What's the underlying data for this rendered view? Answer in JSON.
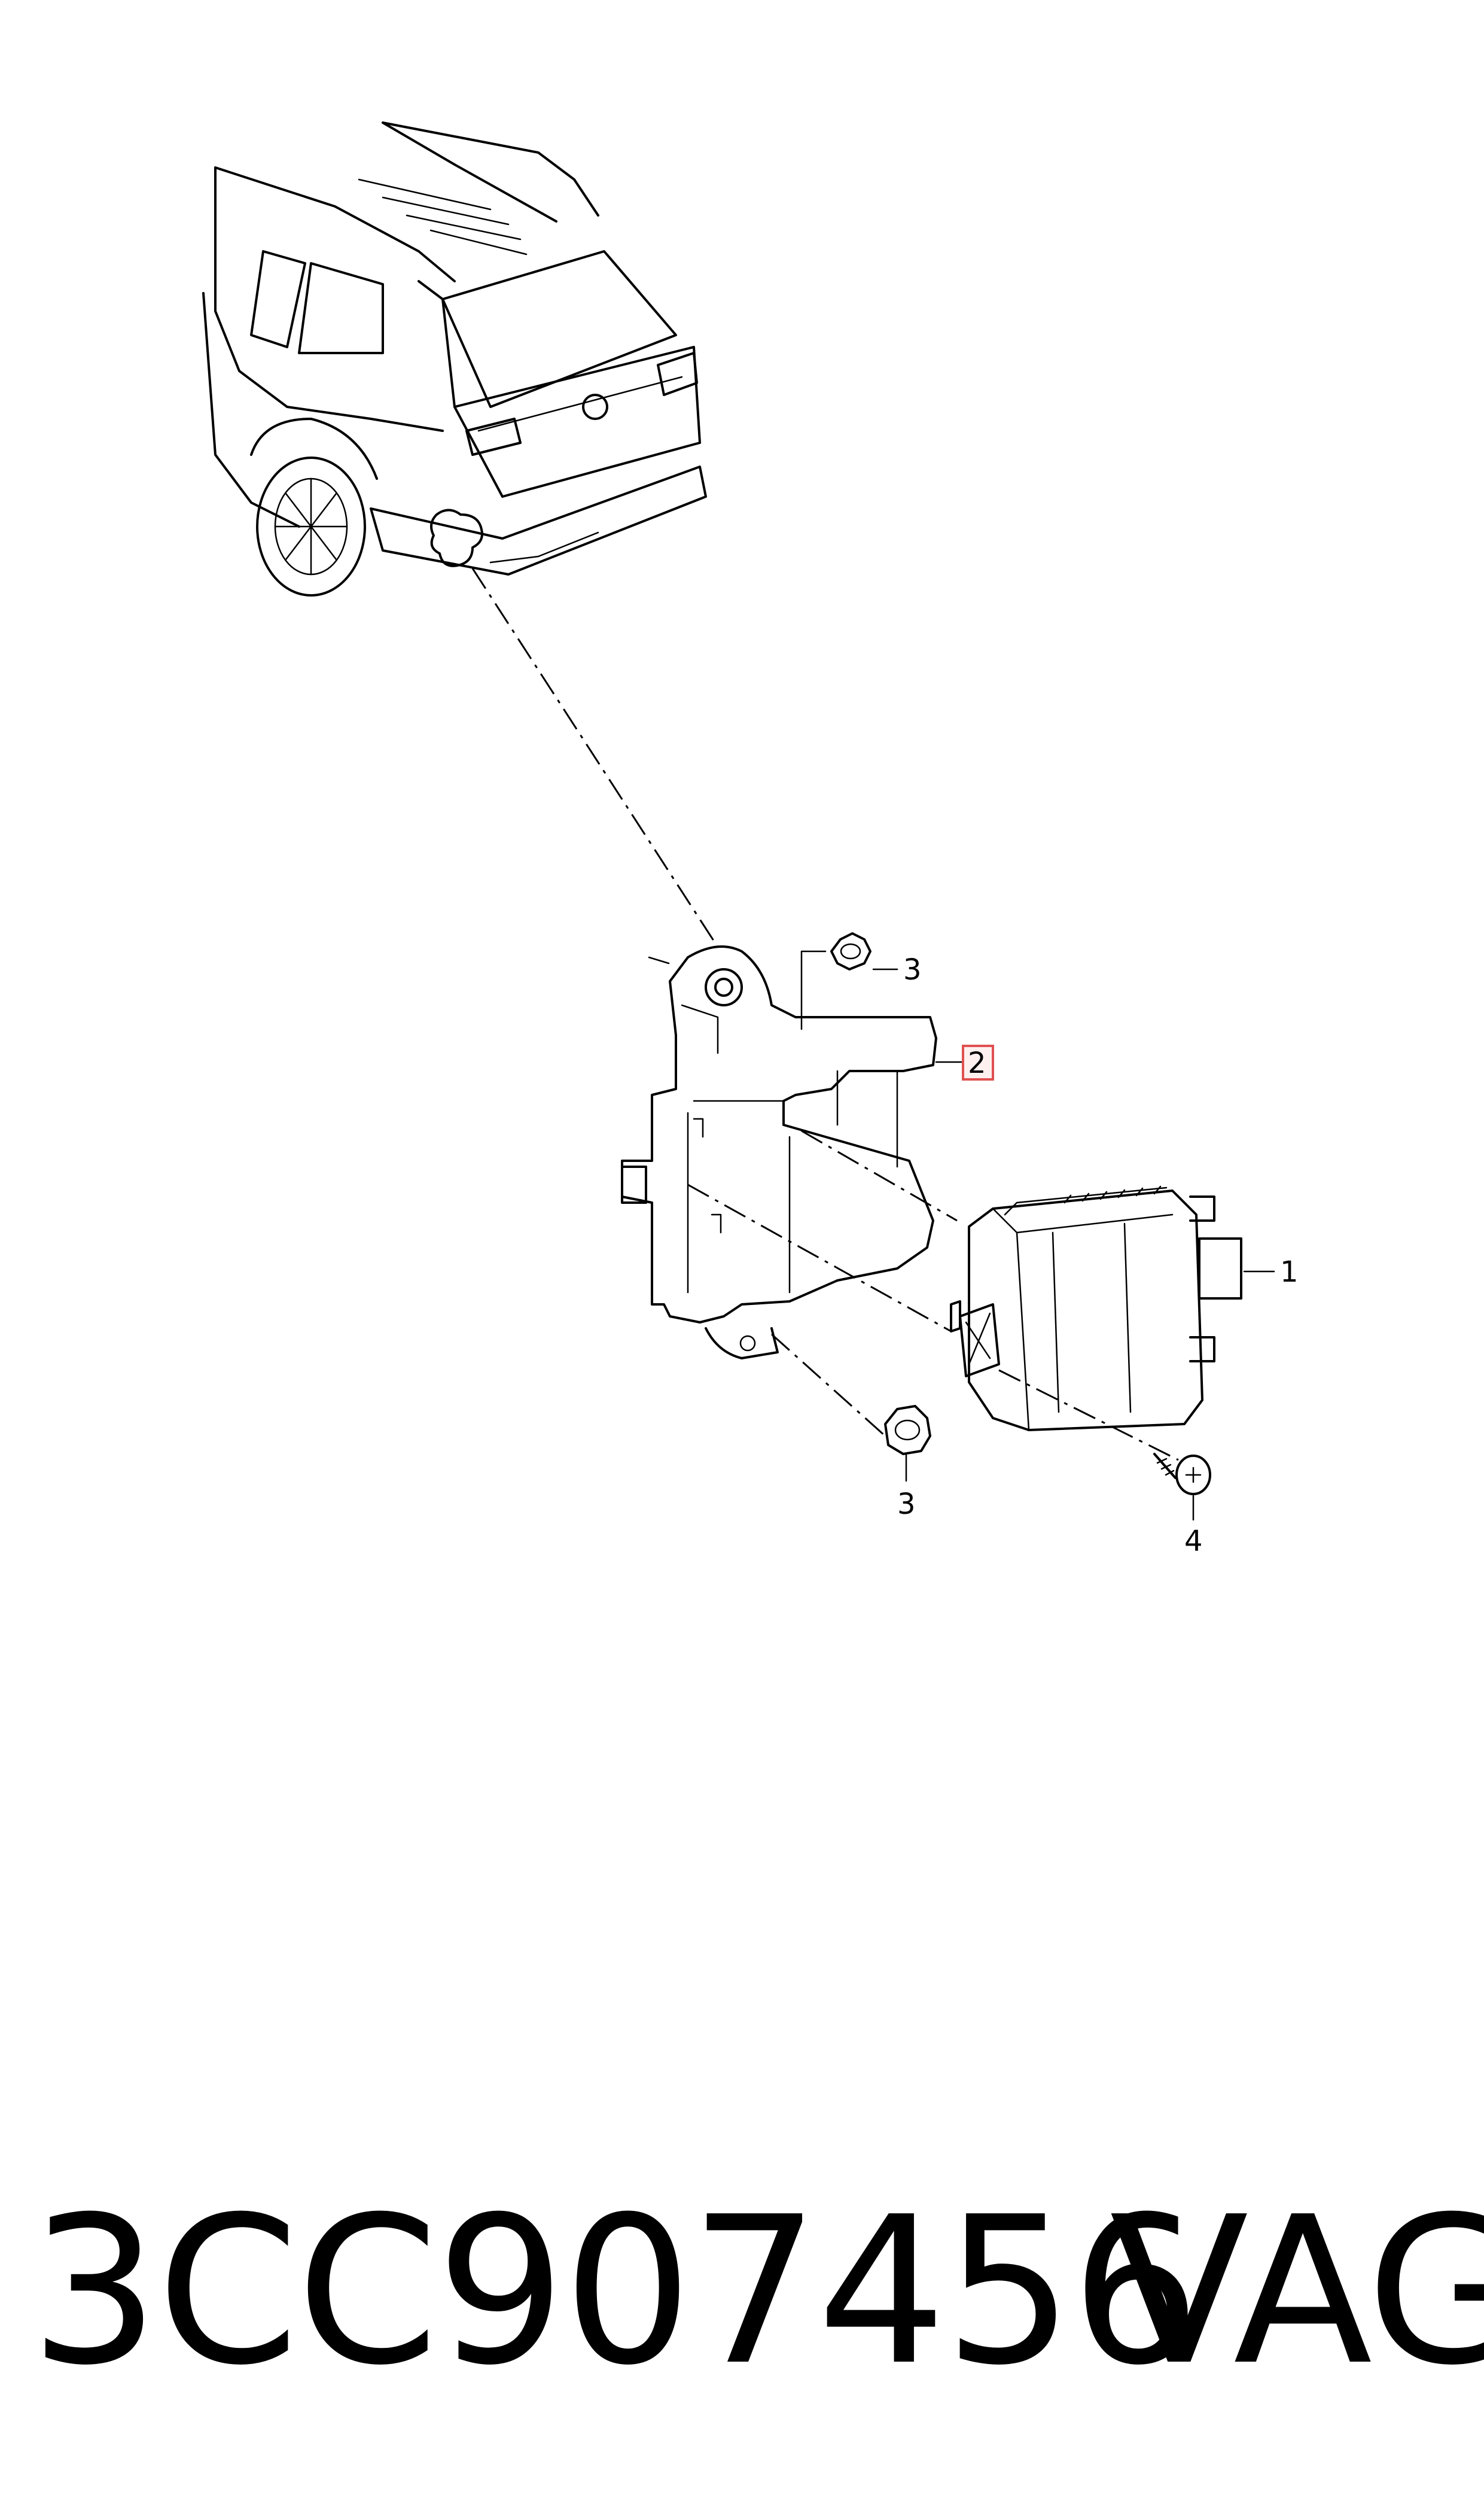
{
  "callouts": {
    "c1": "1",
    "c2": "2",
    "c3_top": "3",
    "c3_bottom": "3",
    "c4": "4"
  },
  "footer": {
    "part_number": "3CC907456",
    "brand": "VAG"
  },
  "colors": {
    "line": "#000000",
    "highlight_box": "#e05050"
  }
}
